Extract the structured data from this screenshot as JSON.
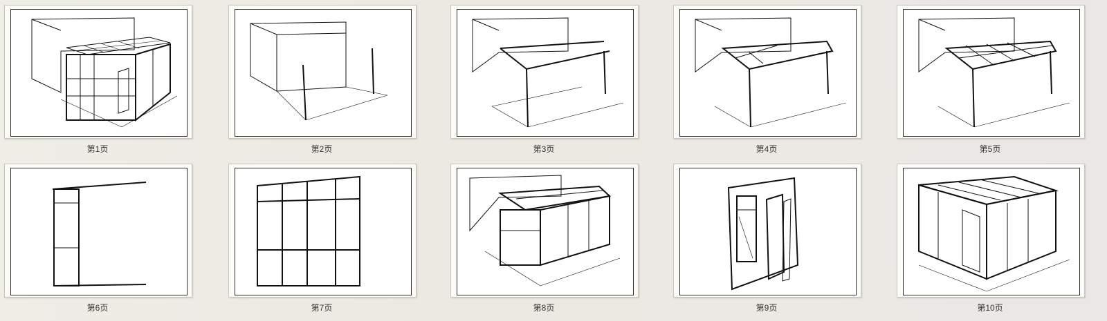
{
  "pages": [
    {
      "label": "第1页"
    },
    {
      "label": "第2页"
    },
    {
      "label": "第3页"
    },
    {
      "label": "第4页"
    },
    {
      "label": "第5页"
    },
    {
      "label": "第6页"
    },
    {
      "label": "第7页"
    },
    {
      "label": "第8页"
    },
    {
      "label": "第9页"
    },
    {
      "label": "第10页"
    }
  ]
}
